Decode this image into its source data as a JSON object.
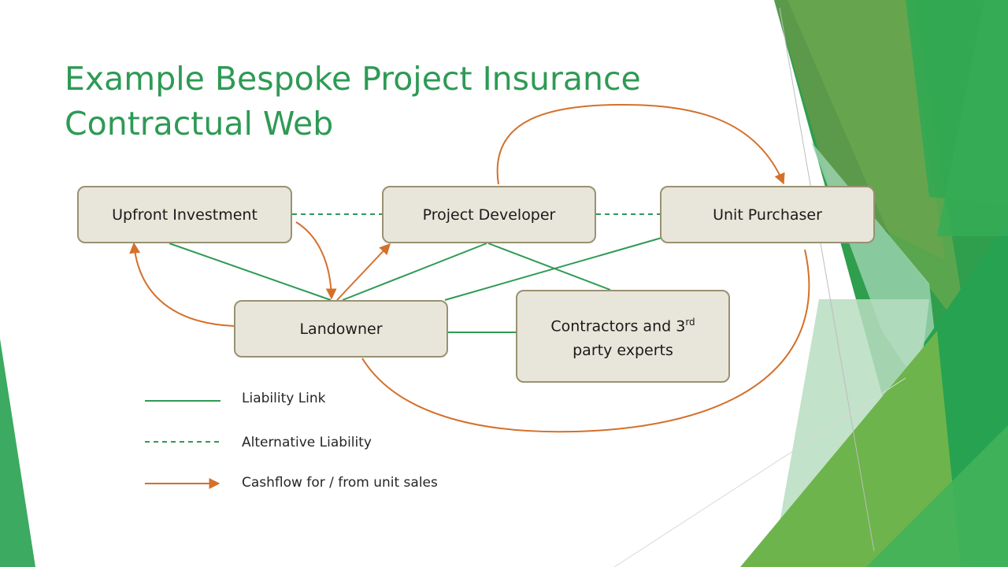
{
  "slide": {
    "title_line1": "Example Bespoke Project Insurance",
    "title_line2": "Contractual Web"
  },
  "nodes": {
    "upfront_investment": "Upfront Investment",
    "project_developer": "Project Developer",
    "unit_purchaser": "Unit Purchaser",
    "landowner": "Landowner",
    "contractors_line1": "Contractors and 3",
    "contractors_sup": "rd",
    "contractors_line2": "party experts"
  },
  "legend": {
    "liability_link": "Liability Link",
    "alternative_liability": "Alternative Liability",
    "cashflow": "Cashflow for / from unit sales"
  },
  "colors": {
    "title": "#2e9a55",
    "liability": "#2e9a55",
    "cashflow": "#d4702a",
    "node_fill": "#e8e6da",
    "node_border": "#9a9172"
  }
}
